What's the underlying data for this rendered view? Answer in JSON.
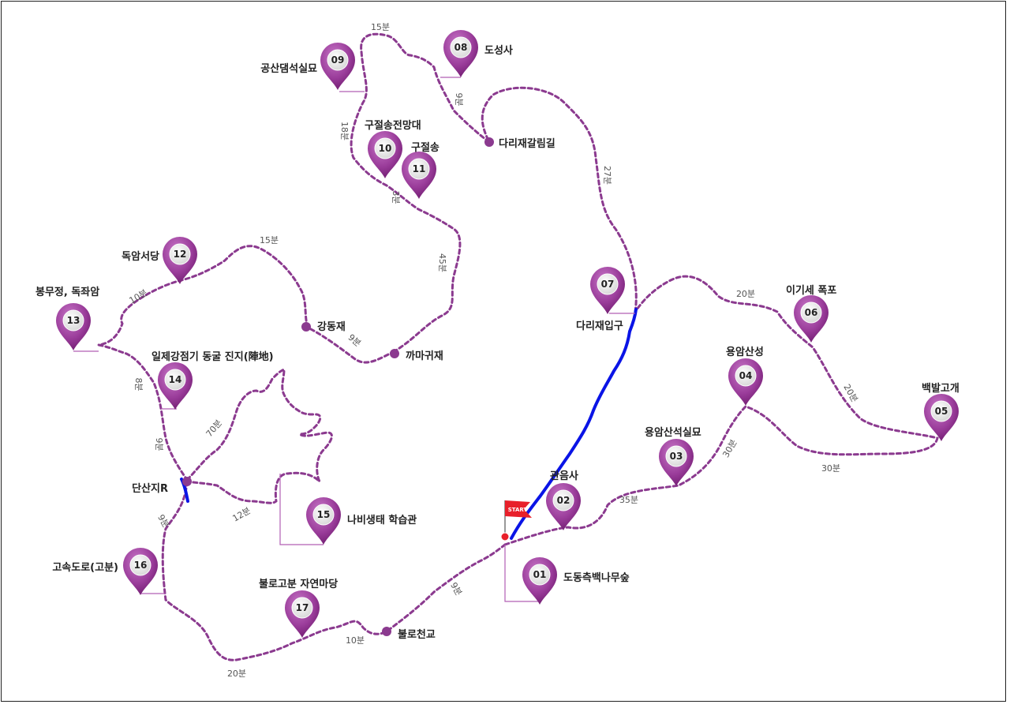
{
  "colors": {
    "route": "#8b3a8f",
    "highlight": "#0a14e6",
    "pin_top": "#b85ab8",
    "pin_bottom": "#7a1f7a",
    "pin_face": "#f2f2f2",
    "start_flag": "#e8202a"
  },
  "start_label": "START",
  "pins": [
    {
      "num": "01",
      "label": "도동측백나무숲"
    },
    {
      "num": "02",
      "label": "관음사"
    },
    {
      "num": "03",
      "label": "용암산석실묘"
    },
    {
      "num": "04",
      "label": "용암산성"
    },
    {
      "num": "05",
      "label": "백발고개"
    },
    {
      "num": "06",
      "label": "이기세 폭포"
    },
    {
      "num": "07",
      "label": "다리재입구"
    },
    {
      "num": "08",
      "label": "도성사"
    },
    {
      "num": "09",
      "label": "공산댐석실묘"
    },
    {
      "num": "10",
      "label": "구절송전망대"
    },
    {
      "num": "11",
      "label": "구절송"
    },
    {
      "num": "12",
      "label": "독암서당"
    },
    {
      "num": "13",
      "label": "봉무정, 독좌암"
    },
    {
      "num": "14",
      "label": "일제강점기 동굴 진지(陣地)"
    },
    {
      "num": "15",
      "label": "나비생태 학습관"
    },
    {
      "num": "16",
      "label": "고속도로(고분)"
    },
    {
      "num": "17",
      "label": "불로고분 자연마당"
    }
  ],
  "waypoints": [
    {
      "label": "다리재갈림길"
    },
    {
      "label": "강동재"
    },
    {
      "label": "까마귀재"
    },
    {
      "label": "단산지R"
    },
    {
      "label": "불로천교"
    }
  ],
  "times": [
    "15분",
    "9분",
    "27분",
    "18분",
    "3분",
    "45분",
    "15분",
    "10분",
    "9분",
    "8분",
    "9분",
    "70분",
    "12분",
    "9분",
    "20분",
    "10분",
    "9분",
    "35분",
    "30분",
    "30분",
    "20분",
    "20분"
  ]
}
